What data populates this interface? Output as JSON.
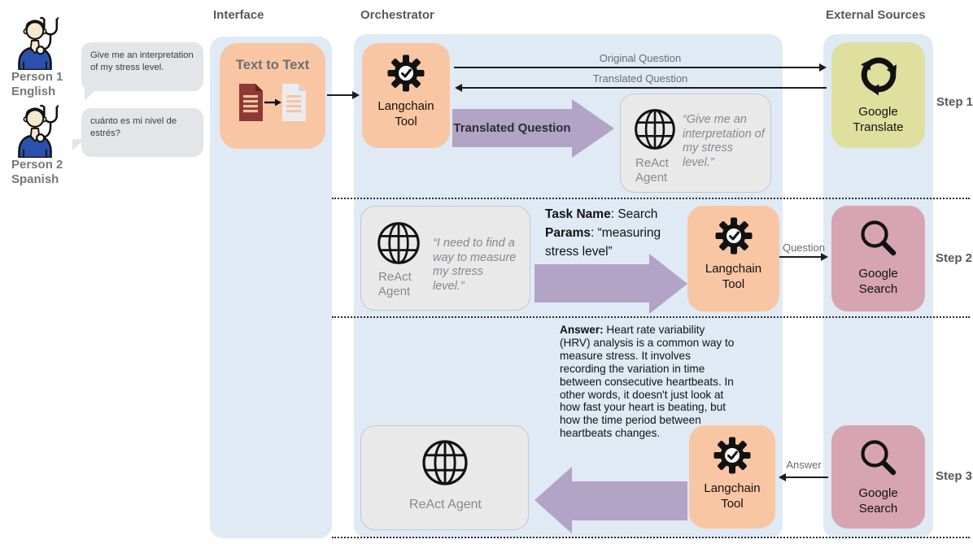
{
  "headers": {
    "interface": "Interface",
    "orchestrator": "Orchestrator",
    "external_sources": "External Sources"
  },
  "persons": {
    "p1_name": "Person 1",
    "p1_language": "English",
    "p1_message": "Give me an interpretation of my stress level.",
    "p2_name": "Person 2",
    "p2_language": "Spanish",
    "p2_message": "cuánto es mi nivel de estrés?"
  },
  "interface": {
    "box_label": "Text to Text"
  },
  "step1": {
    "step_label": "Step 1",
    "langchain_label": "Langchain\nTool",
    "arrow_original_label": "Original Question",
    "arrow_translated_label": "Translated Question",
    "purple_arrow_label": "Translated Question",
    "react_label": "ReAct\nAgent",
    "react_quote": "“Give me an interpretation of my stress level.”",
    "translate_label": "Google\nTranslate"
  },
  "step2": {
    "step_label": "Step 2",
    "react_label": "ReAct\nAgent",
    "react_quote": "“I need to find a way to measure my stress level.”",
    "task_name_key": "Task Name",
    "task_name_value": ": Search",
    "params_key": "Params",
    "params_value": ": “measuring stress level”",
    "langchain_label": "Langchain\nTool",
    "question_arrow_label": "Question",
    "search_label": "Google\nSearch"
  },
  "step3": {
    "step_label": "Step 3",
    "answer_key": "Answer:",
    "answer_text": " Heart rate variability (HRV) analysis is a common way to measure stress. It involves recording the variation in time between consecutive heartbeats. In other words, it doesn't just look at how fast your heart is beating, but how the time period between heartbeats changes.",
    "react_label": "ReAct Agent",
    "langchain_label": "Langchain\nTool",
    "answer_arrow_label": "Answer",
    "search_label": "Google\nSearch"
  },
  "colors": {
    "column_bg": "#dfeaf5",
    "tool_box": "#f9c6a3",
    "translate_box": "#dfe09e",
    "search_box": "#d7a4b1",
    "agent_box": "#e9e9ea",
    "purple_arrow": "#b2a4c6",
    "bubble_bg": "#e4e5e8",
    "document_icon": "#8e3a34"
  }
}
